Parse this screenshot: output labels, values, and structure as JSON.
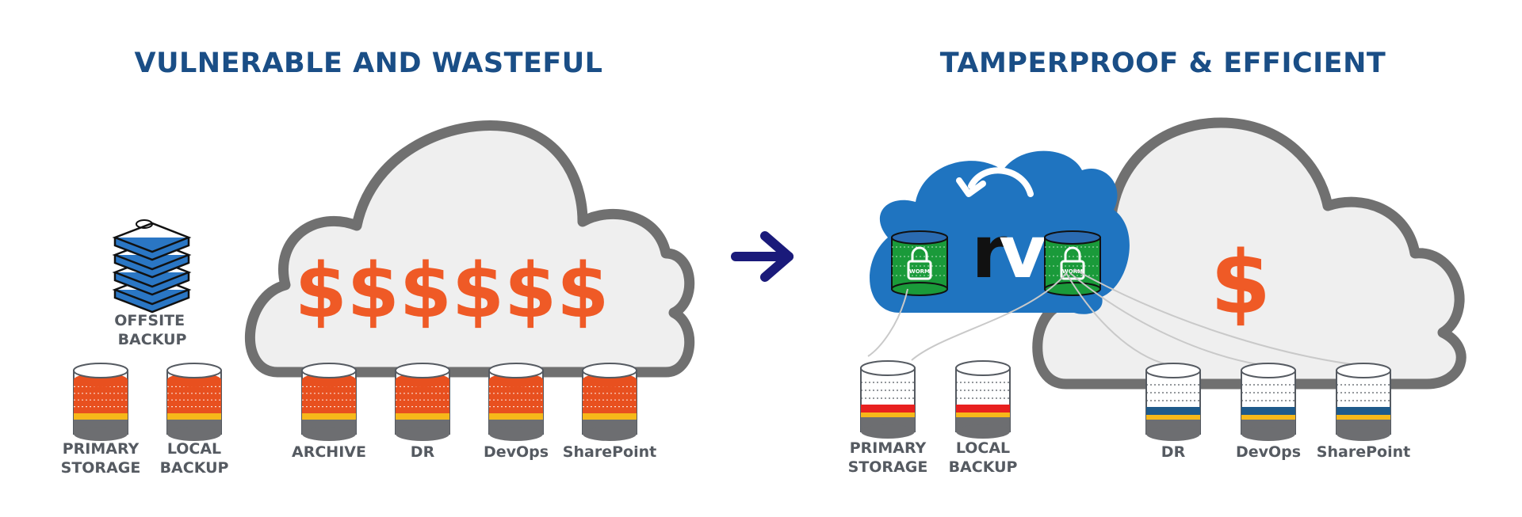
{
  "left_panel": {
    "title": "VULNERABLE AND WASTEFUL",
    "cloud_cost": "$$$$$$",
    "offsite_backup_label": [
      "OFFSITE",
      "BACKUP"
    ],
    "on_prem_drives": [
      {
        "label_lines": [
          "PRIMARY",
          "STORAGE"
        ],
        "fill_color": "#e8501f"
      },
      {
        "label_lines": [
          "LOCAL",
          "BACKUP"
        ],
        "fill_color": "#e8501f"
      }
    ],
    "cloud_drives": [
      {
        "label": "ARCHIVE",
        "fill_color": "#e8501f"
      },
      {
        "label": "DR",
        "fill_color": "#e8501f"
      },
      {
        "label": "DevOps",
        "fill_color": "#e8501f"
      },
      {
        "label": "SharePoint",
        "fill_color": "#e8501f"
      }
    ]
  },
  "arrow": {
    "icon": "arrow-right-icon",
    "color": "#1a1a7a"
  },
  "right_panel": {
    "title": "TAMPERPROOF & EFFICIENT",
    "cloud_cost": "$",
    "logo": {
      "text": "rv",
      "icon": "rubrik-style-logo",
      "cloud_color": "#1f74c0"
    },
    "worm_label": "WORM",
    "on_prem_drives": [
      {
        "label_lines": [
          "PRIMARY",
          "STORAGE"
        ],
        "fill_color": "#e8201f"
      },
      {
        "label_lines": [
          "LOCAL",
          "BACKUP"
        ],
        "fill_color": "#e8201f"
      }
    ],
    "cloud_drives": [
      {
        "label": "DR",
        "fill_color": "#1f5a8a"
      },
      {
        "label": "DevOps",
        "fill_color": "#1f5a8a"
      },
      {
        "label": "SharePoint",
        "fill_color": "#1f5a8a"
      }
    ]
  },
  "colors": {
    "heading": "#1a4e86",
    "label": "#555a61",
    "dollar": "#ef5a26",
    "cloud_fill": "#efefef",
    "cloud_stroke": "#707070",
    "worm_green": "#1a9a3a"
  }
}
